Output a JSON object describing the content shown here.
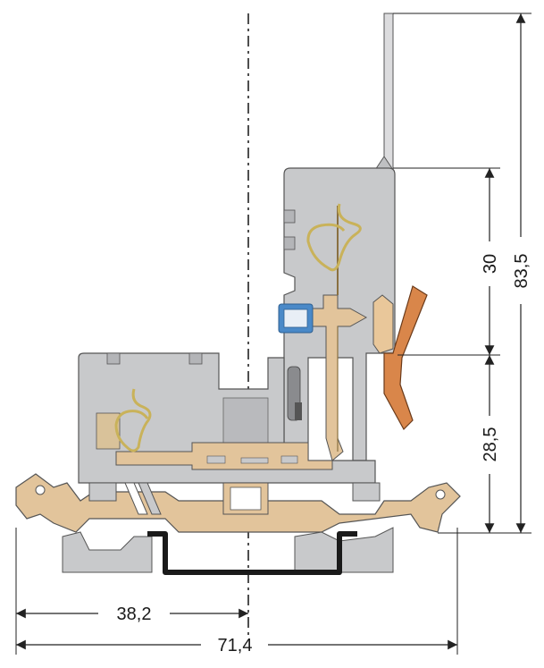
{
  "dimensions": {
    "horizontal_centerline": "38,2",
    "horizontal_overall": "71,4",
    "vertical_upper": "30",
    "vertical_lower": "28,5",
    "vertical_overall": "83,5"
  },
  "colors": {
    "housing_gray": "#c8c9cb",
    "housing_dark": "#9a9b9e",
    "copper_beige": "#e2c49b",
    "lever_orange": "#d9864a",
    "spring_yellow": "#c9b25a",
    "clip_blue": "#4a89c8",
    "rail_black": "#1a1a1a",
    "line": "#333333"
  }
}
